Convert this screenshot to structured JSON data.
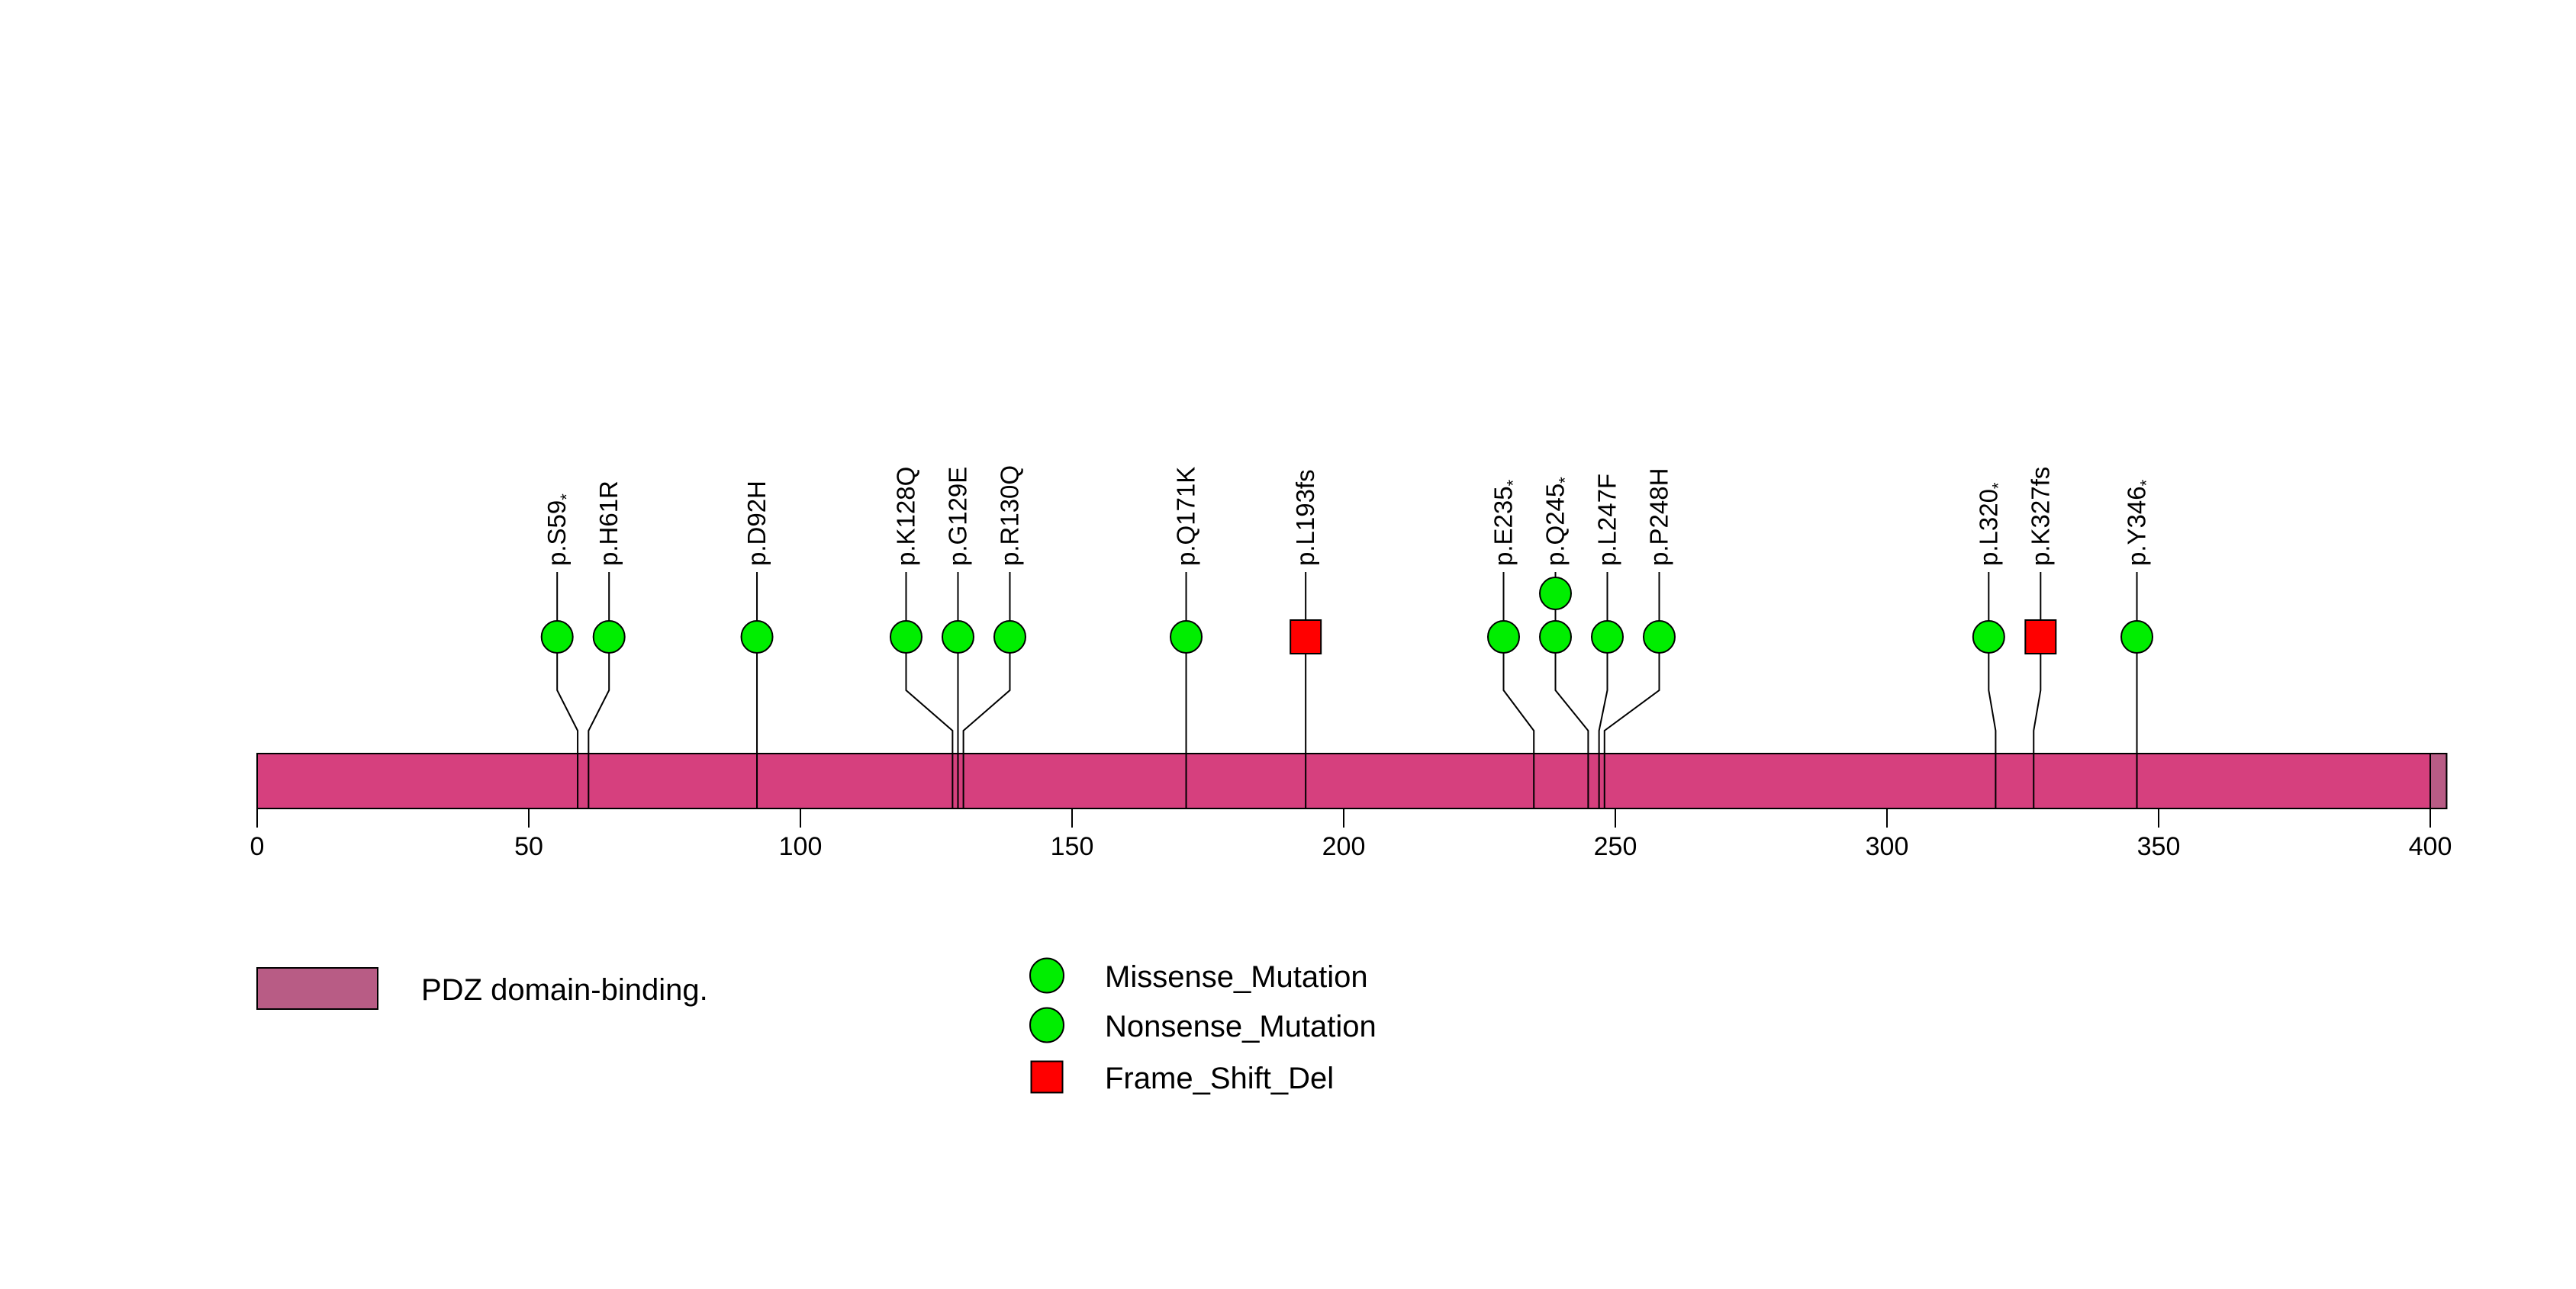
{
  "chart_data": {
    "type": "lollipop",
    "title": "",
    "axis": {
      "min": 0,
      "max": 400,
      "tick_interval": 50,
      "tick_labels": [
        "0",
        "50",
        "100",
        "150",
        "200",
        "250",
        "300",
        "350",
        "400"
      ]
    },
    "protein_length": 403,
    "backbone_color": "#D6407E",
    "domains": [
      {
        "label": "PDZ domain-binding.",
        "start": 400,
        "end": 403,
        "color": "#B85C85"
      }
    ],
    "marker_colors": {
      "Missense_Mutation": "#00EE00",
      "Nonsense_Mutation": "#00EE00",
      "Frame_Shift_Del": "#FF0000"
    },
    "marker_shapes": {
      "Missense_Mutation": "circle",
      "Nonsense_Mutation": "circle",
      "Frame_Shift_Del": "square"
    },
    "mutations": [
      {
        "label": "p.S59*",
        "position": 59,
        "type": "Nonsense_Mutation",
        "count": 1
      },
      {
        "label": "p.H61R",
        "position": 61,
        "type": "Missense_Mutation",
        "count": 1
      },
      {
        "label": "p.D92H",
        "position": 92,
        "type": "Missense_Mutation",
        "count": 1
      },
      {
        "label": "p.K128Q",
        "position": 128,
        "type": "Missense_Mutation",
        "count": 1
      },
      {
        "label": "p.G129E",
        "position": 129,
        "type": "Missense_Mutation",
        "count": 1
      },
      {
        "label": "p.R130Q",
        "position": 130,
        "type": "Missense_Mutation",
        "count": 1
      },
      {
        "label": "p.Q171K",
        "position": 171,
        "type": "Missense_Mutation",
        "count": 1
      },
      {
        "label": "p.L193fs",
        "position": 193,
        "type": "Frame_Shift_Del",
        "count": 1
      },
      {
        "label": "p.E235*",
        "position": 235,
        "type": "Nonsense_Mutation",
        "count": 1
      },
      {
        "label": "p.Q245*",
        "position": 245,
        "type": "Nonsense_Mutation",
        "count": 2
      },
      {
        "label": "p.L247F",
        "position": 247,
        "type": "Missense_Mutation",
        "count": 1
      },
      {
        "label": "p.P248H",
        "position": 248,
        "type": "Missense_Mutation",
        "count": 1
      },
      {
        "label": "p.L320*",
        "position": 320,
        "type": "Nonsense_Mutation",
        "count": 1
      },
      {
        "label": "p.K327fs",
        "position": 327,
        "type": "Frame_Shift_Del",
        "count": 1
      },
      {
        "label": "p.Y346*",
        "position": 346,
        "type": "Nonsense_Mutation",
        "count": 1
      }
    ],
    "legend": {
      "domains": [
        {
          "label": "PDZ domain-binding.",
          "color": "#B85C85"
        }
      ],
      "mutations": [
        {
          "label": "Missense_Mutation",
          "shape": "circle",
          "color": "#00EE00"
        },
        {
          "label": "Nonsense_Mutation",
          "shape": "circle",
          "color": "#00EE00"
        },
        {
          "label": "Frame_Shift_Del",
          "shape": "square",
          "color": "#FF0000"
        }
      ]
    }
  }
}
